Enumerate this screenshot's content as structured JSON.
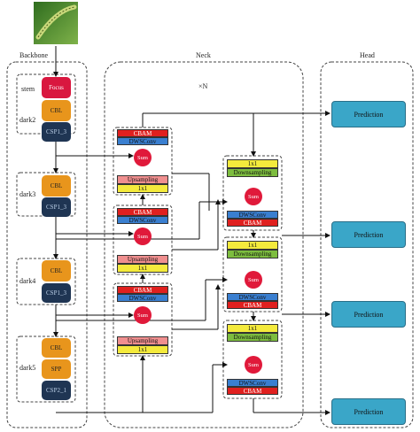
{
  "sections": {
    "backbone": "Backbone",
    "neck": "Neck",
    "head": "Head",
    "repeat": "×N"
  },
  "backbone": {
    "stem_label": "stem",
    "focus": "Focus",
    "dark2_label": "dark2",
    "dark3_label": "dark3",
    "dark4_label": "dark4",
    "dark5_label": "dark5",
    "cbl": "CBL",
    "csp1_3": "CSP1_3",
    "spp": "SPP",
    "csp2_1": "CSP2_1"
  },
  "neck": {
    "cbam": "CBAM",
    "dwsconv": "DWSConv",
    "sum": "Sum",
    "upsampling": "Upsampling",
    "conv1x1": "1x1",
    "downsampling": "Downsampling"
  },
  "head": {
    "prediction": "Prediction"
  },
  "colors": {
    "focus_red": "#d9173f",
    "cbl_orange": "#e8951c",
    "csp_navy": "#1f3553",
    "cbam_red": "#e0201f",
    "dws_blue": "#3a7fd0",
    "upsampling_pink": "#f08f8f",
    "conv_yellow": "#f4ea3c",
    "downsampling_green": "#7dbd3f",
    "prediction_teal": "#3aa6c8"
  }
}
